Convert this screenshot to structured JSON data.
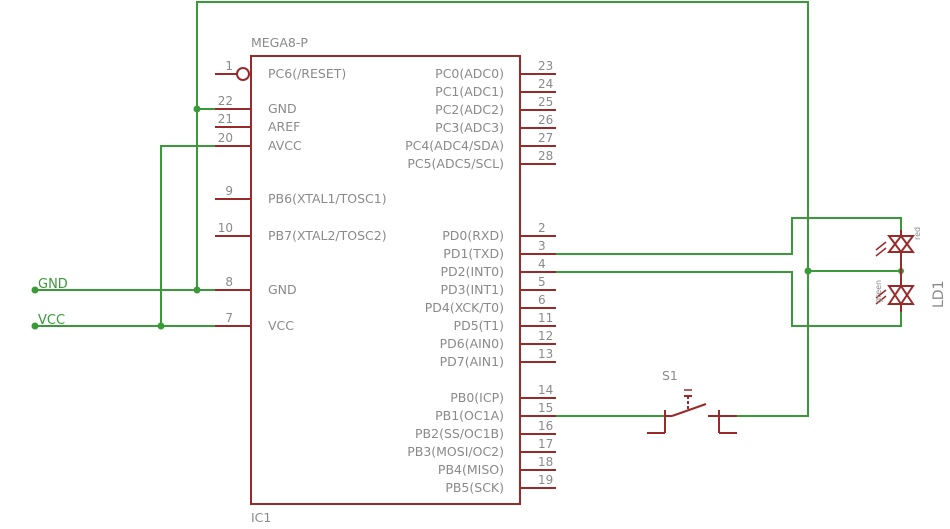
{
  "ic": {
    "name": "IC1",
    "value": "MEGA8-P",
    "left_pins": [
      {
        "num": "1",
        "label": "PC6(/RESET)"
      },
      {
        "num": "22",
        "label": "GND"
      },
      {
        "num": "21",
        "label": "AREF"
      },
      {
        "num": "20",
        "label": "AVCC"
      },
      {
        "num": "9",
        "label": "PB6(XTAL1/TOSC1)"
      },
      {
        "num": "10",
        "label": "PB7(XTAL2/TOSC2)"
      },
      {
        "num": "8",
        "label": "GND"
      },
      {
        "num": "7",
        "label": "VCC"
      }
    ],
    "right_pins": [
      {
        "num": "23",
        "label": "PC0(ADC0)"
      },
      {
        "num": "24",
        "label": "PC1(ADC1)"
      },
      {
        "num": "25",
        "label": "PC2(ADC2)"
      },
      {
        "num": "26",
        "label": "PC3(ADC3)"
      },
      {
        "num": "27",
        "label": "PC4(ADC4/SDA)"
      },
      {
        "num": "28",
        "label": "PC5(ADC5/SCL)"
      },
      {
        "num": "2",
        "label": "PD0(RXD)"
      },
      {
        "num": "3",
        "label": "PD1(TXD)"
      },
      {
        "num": "4",
        "label": "PD2(INT0)"
      },
      {
        "num": "5",
        "label": "PD3(INT1)"
      },
      {
        "num": "6",
        "label": "PD4(XCK/T0)"
      },
      {
        "num": "11",
        "label": "PD5(T1)"
      },
      {
        "num": "12",
        "label": "PD6(AIN0)"
      },
      {
        "num": "13",
        "label": "PD7(AIN1)"
      },
      {
        "num": "14",
        "label": "PB0(ICP)"
      },
      {
        "num": "15",
        "label": "PB1(OC1A)"
      },
      {
        "num": "16",
        "label": "PB2(SS/OC1B)"
      },
      {
        "num": "17",
        "label": "PB3(MOSI/OC2)"
      },
      {
        "num": "18",
        "label": "PB4(MISO)"
      },
      {
        "num": "19",
        "label": "PB5(SCK)"
      }
    ]
  },
  "nets": {
    "gnd": "GND",
    "vcc": "VCC"
  },
  "switch": {
    "name": "S1"
  },
  "led": {
    "name": "LD1",
    "red": "red",
    "green": "green"
  },
  "colors": {
    "wire": "#3a9a3a",
    "part": "#9a2a2a",
    "text": "#8a8a8a"
  }
}
